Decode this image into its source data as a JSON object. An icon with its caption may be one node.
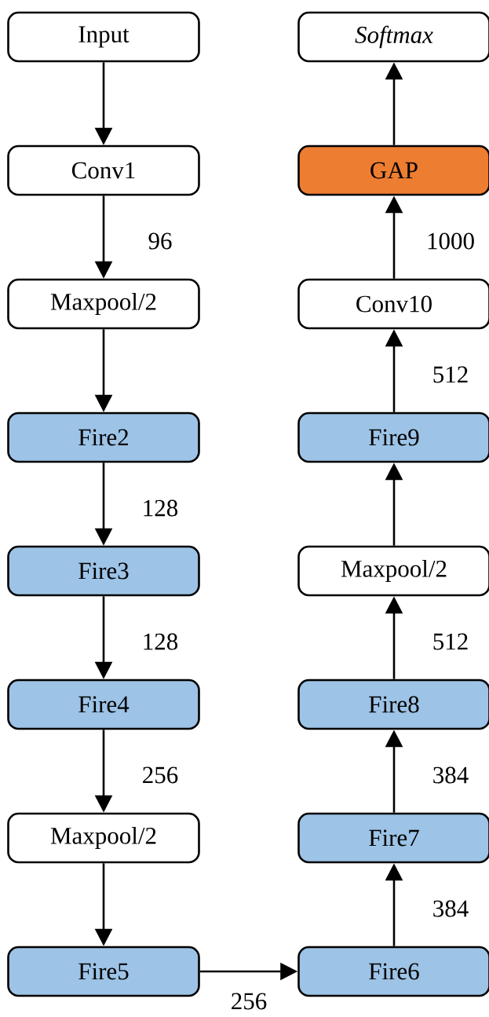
{
  "diagram": {
    "nodes": [
      {
        "text": [
          "Input"
        ]
      },
      {
        "text": [
          "Conv1"
        ]
      },
      {
        "text": [
          "Maxpool/2"
        ]
      },
      {
        "text": [
          "Fire2"
        ]
      },
      {
        "text": [
          "Fire3"
        ]
      },
      {
        "text": [
          "Fire4"
        ]
      },
      {
        "text": [
          "Maxpool/2"
        ]
      },
      {
        "text": [
          "Fire5"
        ]
      },
      {
        "text": [
          "Softmax"
        ]
      },
      {
        "text": [
          "GAP"
        ]
      },
      {
        "text": [
          "Conv10"
        ]
      },
      {
        "text": [
          "Fire9"
        ]
      },
      {
        "text": [
          "Maxpool/2"
        ]
      },
      {
        "text": [
          "Fire8"
        ]
      },
      {
        "text": [
          "Fire7"
        ]
      },
      {
        "text": [
          "Fire6"
        ]
      }
    ],
    "edges": [
      {
        "from": 0,
        "to": 1,
        "arrow": "to"
      },
      {
        "from": 1,
        "to": 2,
        "arrow": "to",
        "label": "96"
      },
      {
        "from": 2,
        "to": 3,
        "arrow": "to"
      },
      {
        "from": 3,
        "to": 4,
        "arrow": "to",
        "label": "128"
      },
      {
        "from": 4,
        "to": 5,
        "arrow": "to",
        "label": "128"
      },
      {
        "from": 5,
        "to": 6,
        "arrow": "to",
        "label": "256"
      },
      {
        "from": 6,
        "to": 7,
        "arrow": "to"
      },
      {
        "from": 7,
        "to": 15,
        "arrow": "to",
        "label": "256"
      },
      {
        "from": 15,
        "to": 14,
        "arrow": "to",
        "label": "384"
      },
      {
        "from": 14,
        "to": 13,
        "arrow": "to",
        "label": "384"
      },
      {
        "from": 13,
        "to": 12,
        "arrow": "to",
        "label": "512"
      },
      {
        "from": 12,
        "to": 11,
        "arrow": "to"
      },
      {
        "from": 11,
        "to": 10,
        "arrow": "to",
        "label": "512"
      },
      {
        "from": 10,
        "to": 9,
        "arrow": "to",
        "label": "1000"
      },
      {
        "from": 9,
        "to": 8,
        "arrow": "to"
      }
    ]
  }
}
